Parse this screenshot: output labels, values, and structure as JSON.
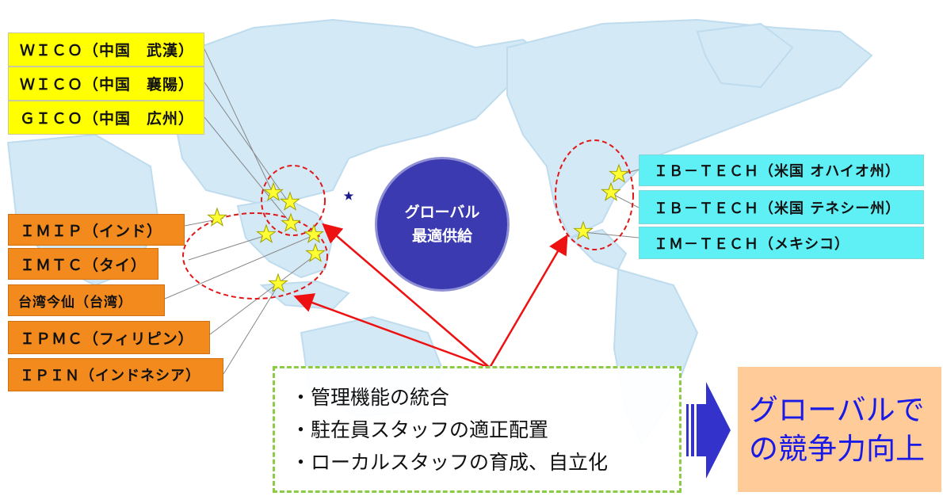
{
  "china_labels": [
    "ＷＩＣＯ（中国　武漢）",
    "ＷＩＣＯ（中国　襄陽）",
    "ＧＩＣＯ（中国　広州）"
  ],
  "asia_labels": [
    "ＩＭＩＰ（インド）",
    "ＩＭＴＣ（タイ）",
    "台湾今仙（台湾）",
    "ＩＰＭＣ（フィリピン）",
    "ＩＰＩＮ（インドネシア）"
  ],
  "america_labels": [
    "ＩＢ－ＴＥＣＨ（米国 オハイオ州）",
    "ＩＢ－ＴＥＣＨ（米国 テネシー州）",
    "ＩＭ－ＴＥＣＨ（メキシコ）"
  ],
  "hub": {
    "line1": "グローバル",
    "line2": "最適供給"
  },
  "bullets": [
    "・管理機能の統合",
    "・駐在員スタッフの適正配置",
    "・ローカルスタッフの育成、自立化"
  ],
  "result": {
    "line1": "グローバルで",
    "line2": "の競争力向上"
  },
  "colors": {
    "china": "#ffff00",
    "asia": "#f28a1e",
    "america": "#5ff0f5",
    "hub": "#3b3ab0",
    "arrow": "#ee1111",
    "result_bg": "#ffcc99",
    "result_text": "#1a1ae6",
    "bullet_border": "#8ccc44",
    "map_land": "#c9e4f2",
    "star": "#ffff33"
  },
  "icons": {
    "star": "star-icon",
    "japan_marker": "japan-star-icon",
    "big_arrow": "right-arrow-icon"
  }
}
